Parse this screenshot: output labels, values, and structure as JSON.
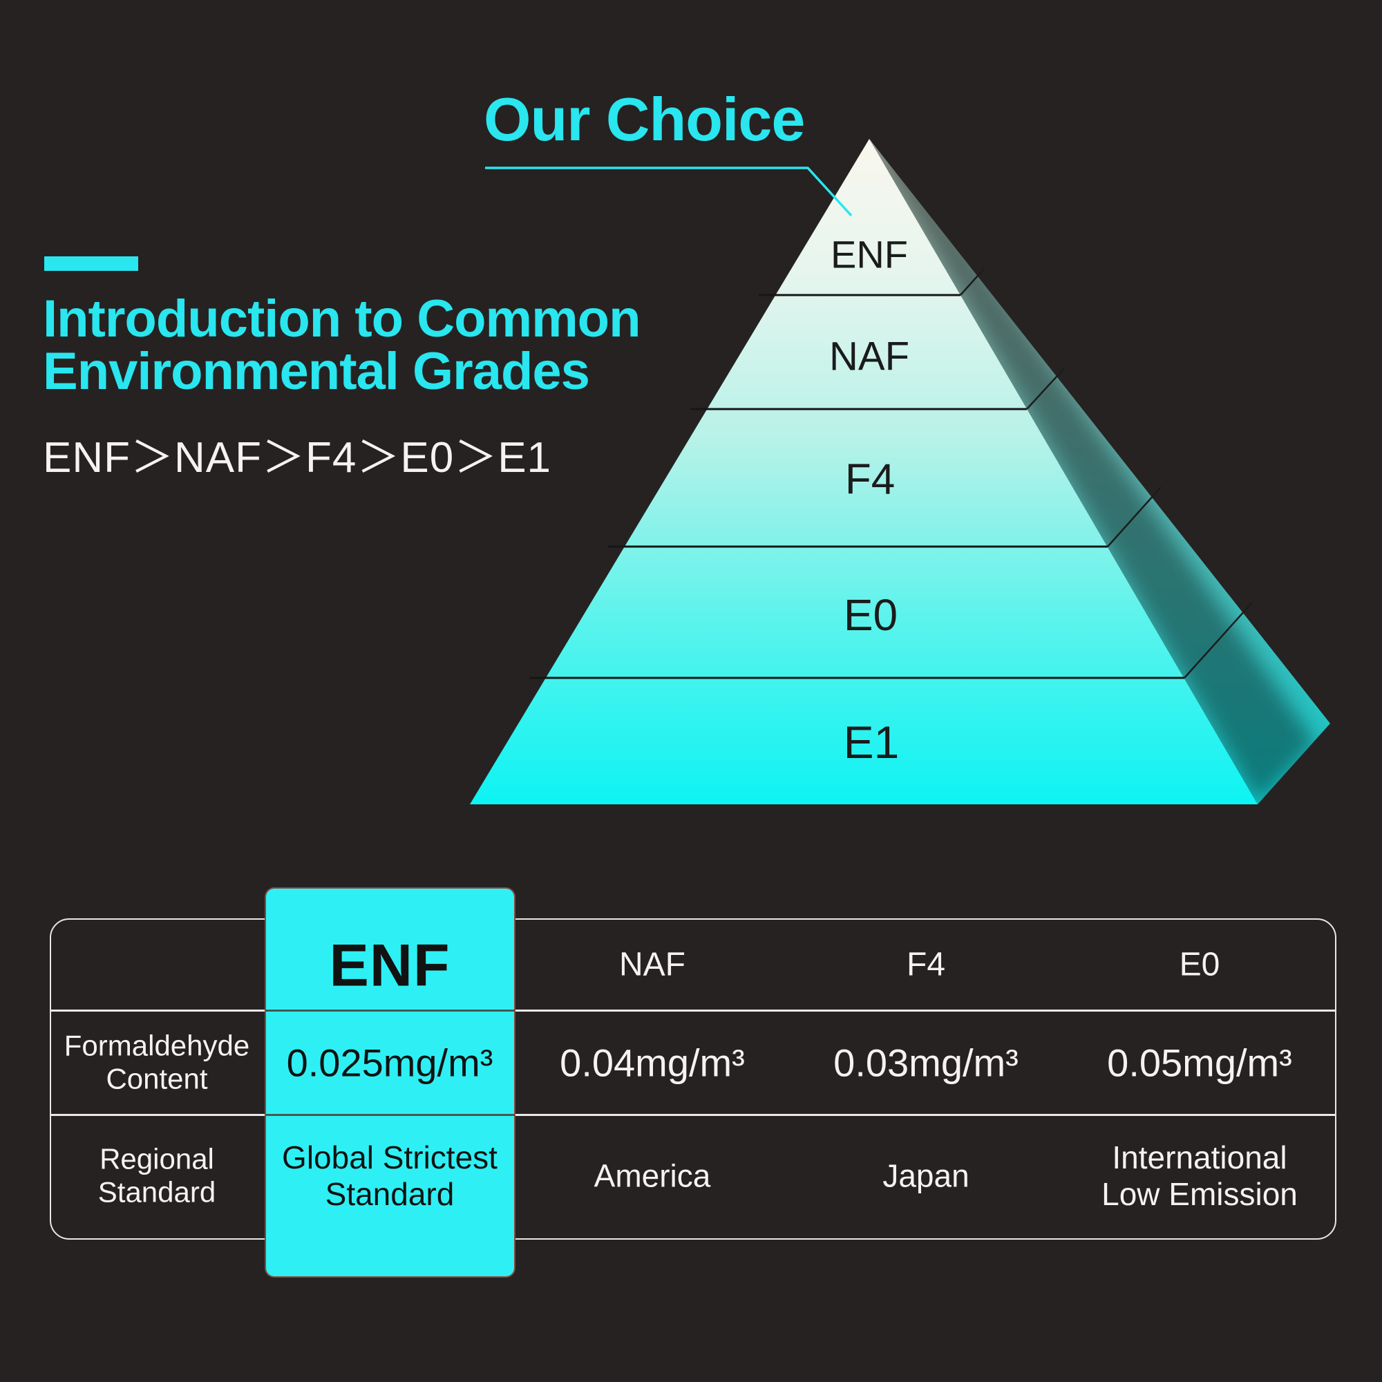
{
  "colors": {
    "background": "#262222",
    "accent_cyan": "#29e6ef",
    "card_cyan": "#2ef0f4",
    "pyramid_front_top": "#faf7ee",
    "pyramid_front_bottom": "#0df3f3",
    "pyramid_side_top": "#9aa298",
    "pyramid_side_bottom": "#12c7c8",
    "text_white": "#f5f3f1",
    "text_dark": "#1b1b1b"
  },
  "callout": {
    "label": "Our Choice"
  },
  "intro": {
    "heading_line1": "Introduction to Common",
    "heading_line2": "Environmental Grades",
    "ranking": "ENF＞NAF＞F4＞E0＞E1"
  },
  "pyramid": {
    "levels": [
      {
        "label": "ENF"
      },
      {
        "label": "NAF"
      },
      {
        "label": "F4"
      },
      {
        "label": "E0"
      },
      {
        "label": "E1"
      }
    ]
  },
  "table": {
    "row_labels": {
      "content": "Formaldehyde Content",
      "standard": "Regional Standard"
    },
    "columns": [
      {
        "grade": "ENF",
        "content": "0.025mg/m³",
        "standard": "Global Strictest Standard",
        "highlighted": true
      },
      {
        "grade": "NAF",
        "content": "0.04mg/m³",
        "standard": "America",
        "highlighted": false
      },
      {
        "grade": "F4",
        "content": "0.03mg/m³",
        "standard": "Japan",
        "highlighted": false
      },
      {
        "grade": "E0",
        "content": "0.05mg/m³",
        "standard": "International Low Emission",
        "highlighted": false
      }
    ]
  }
}
